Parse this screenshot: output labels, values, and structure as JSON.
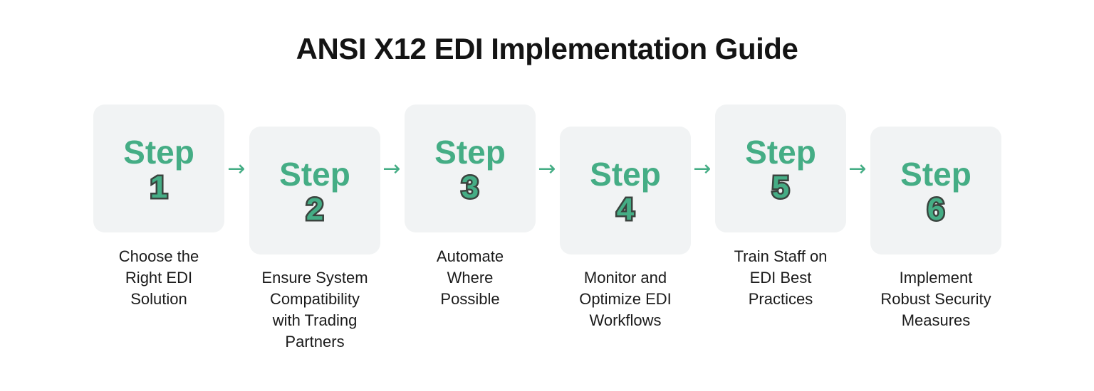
{
  "title": "ANSI X12 EDI Implementation Guide",
  "colors": {
    "accent_green": "#45ad85",
    "card_background": "#f1f3f4",
    "number_outline": "#3a433e",
    "text": "#1b1b1b"
  },
  "arrow_glyph": "→",
  "steps": [
    {
      "label": "Step",
      "number": "1",
      "description": "Choose the\nRight EDI\nSolution"
    },
    {
      "label": "Step",
      "number": "2",
      "description": "Ensure System\nCompatibility\nwith Trading\nPartners"
    },
    {
      "label": "Step",
      "number": "3",
      "description": "Automate\nWhere\nPossible"
    },
    {
      "label": "Step",
      "number": "4",
      "description": "Monitor and\nOptimize EDI\nWorkflows"
    },
    {
      "label": "Step",
      "number": "5",
      "description": "Train Staff on\nEDI Best\nPractices"
    },
    {
      "label": "Step",
      "number": "6",
      "description": "Implement\nRobust Security\nMeasures"
    }
  ]
}
